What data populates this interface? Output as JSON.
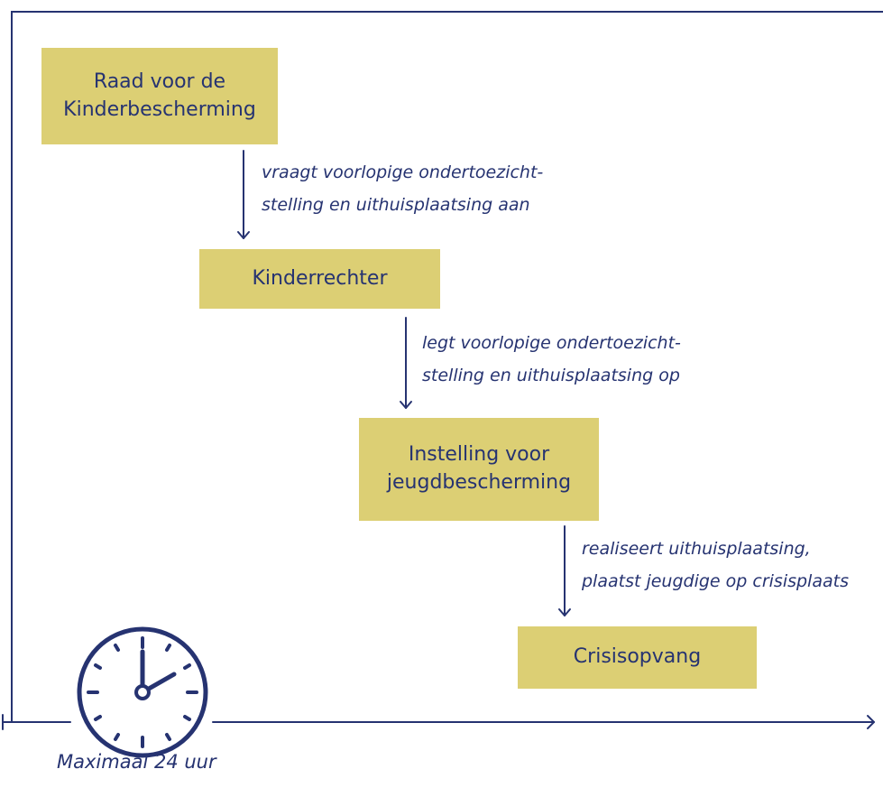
{
  "flow": {
    "steps": [
      {
        "label": "Raad voor de Kinderbescherming"
      },
      {
        "label": "Kinderrechter"
      },
      {
        "label": "Instelling voor jeugdbescherming"
      },
      {
        "label": "Crisisopvang"
      }
    ],
    "transitions": [
      {
        "line1": "vraagt voorlopige ondertoezicht-",
        "line2": "stelling en uithuisplaatsing aan"
      },
      {
        "line1": "legt voorlopige ondertoezicht-",
        "line2": "stelling en uithuisplaatsing op"
      },
      {
        "line1": "realiseert uithuisplaatsing,",
        "line2": "plaatst jeugdige op crisisplaats"
      }
    ]
  },
  "timeline": {
    "caption": "Maximaal 24 uur",
    "icon": "clock-icon"
  },
  "colors": {
    "navy": "#263371",
    "box_fill": "#dccf74",
    "background": "#ffffff"
  }
}
